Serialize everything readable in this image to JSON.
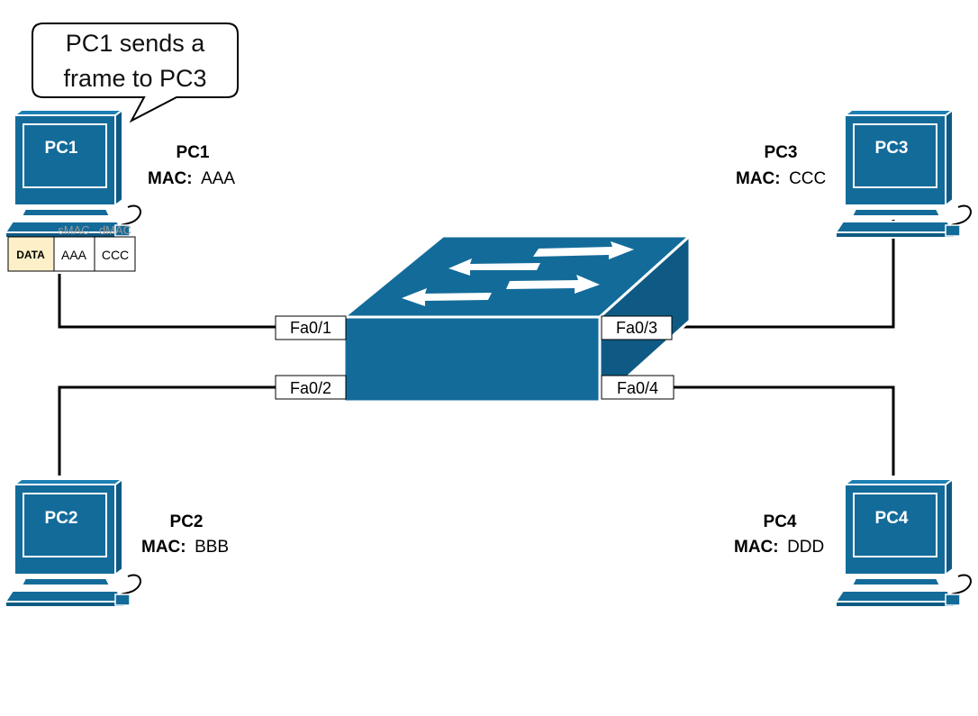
{
  "callout": {
    "line1": "PC1 sends a",
    "line2": "frame to PC3"
  },
  "pcs": [
    {
      "id": "pc1",
      "screen_label": "PC1",
      "name": "PC1",
      "mac_key": "MAC:",
      "mac_value": "AAA"
    },
    {
      "id": "pc2",
      "screen_label": "PC2",
      "name": "PC2",
      "mac_key": "MAC:",
      "mac_value": "BBB"
    },
    {
      "id": "pc3",
      "screen_label": "PC3",
      "name": "PC3",
      "mac_key": "MAC:",
      "mac_value": "CCC"
    },
    {
      "id": "pc4",
      "screen_label": "PC4",
      "name": "PC4",
      "mac_key": "MAC:",
      "mac_value": "DDD"
    }
  ],
  "ports": {
    "fa01": "Fa0/1",
    "fa02": "Fa0/2",
    "fa03": "Fa0/3",
    "fa04": "Fa0/4"
  },
  "frame": {
    "smac_header": "sMAC",
    "dmac_header": "dMAC",
    "data_label": "DATA",
    "smac_value": "AAA",
    "dmac_value": "CCC"
  },
  "colors": {
    "device_blue": "#136b9a",
    "device_dark": "#0f5a84",
    "line": "#000000",
    "data_fill": "#fdf0c8"
  },
  "icons": {
    "pc": "desktop-computer-icon",
    "switch": "network-switch-icon"
  }
}
